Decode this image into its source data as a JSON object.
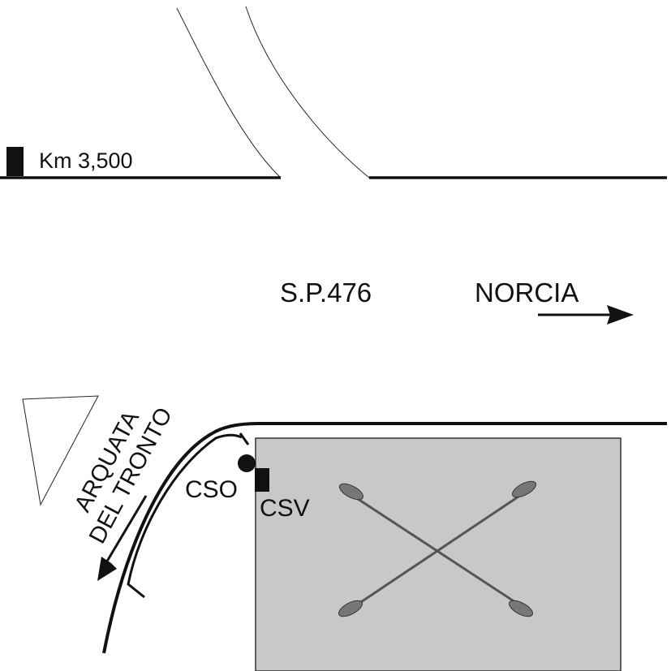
{
  "labels": {
    "km_marker": "Km 3,500",
    "road_name": "S.P.476",
    "direction_north": "NORCIA",
    "direction_south_line1": "ARQUATA",
    "direction_south_line2": "DEL TRONTO",
    "cso": "CSO",
    "csv": "CSV"
  },
  "colors": {
    "road_line": "#111111",
    "lot_fill": "#c8c8c8",
    "lot_border": "#333333",
    "cross_line": "#555555",
    "cross_end": "#777777"
  },
  "icons": {
    "km_marker": "filled-rectangle",
    "cso": "filled-circle",
    "csv": "filled-square",
    "north_arrow": "arrow-right",
    "south_arrow": "arrow-down-left",
    "triangle": "outline-triangle"
  }
}
